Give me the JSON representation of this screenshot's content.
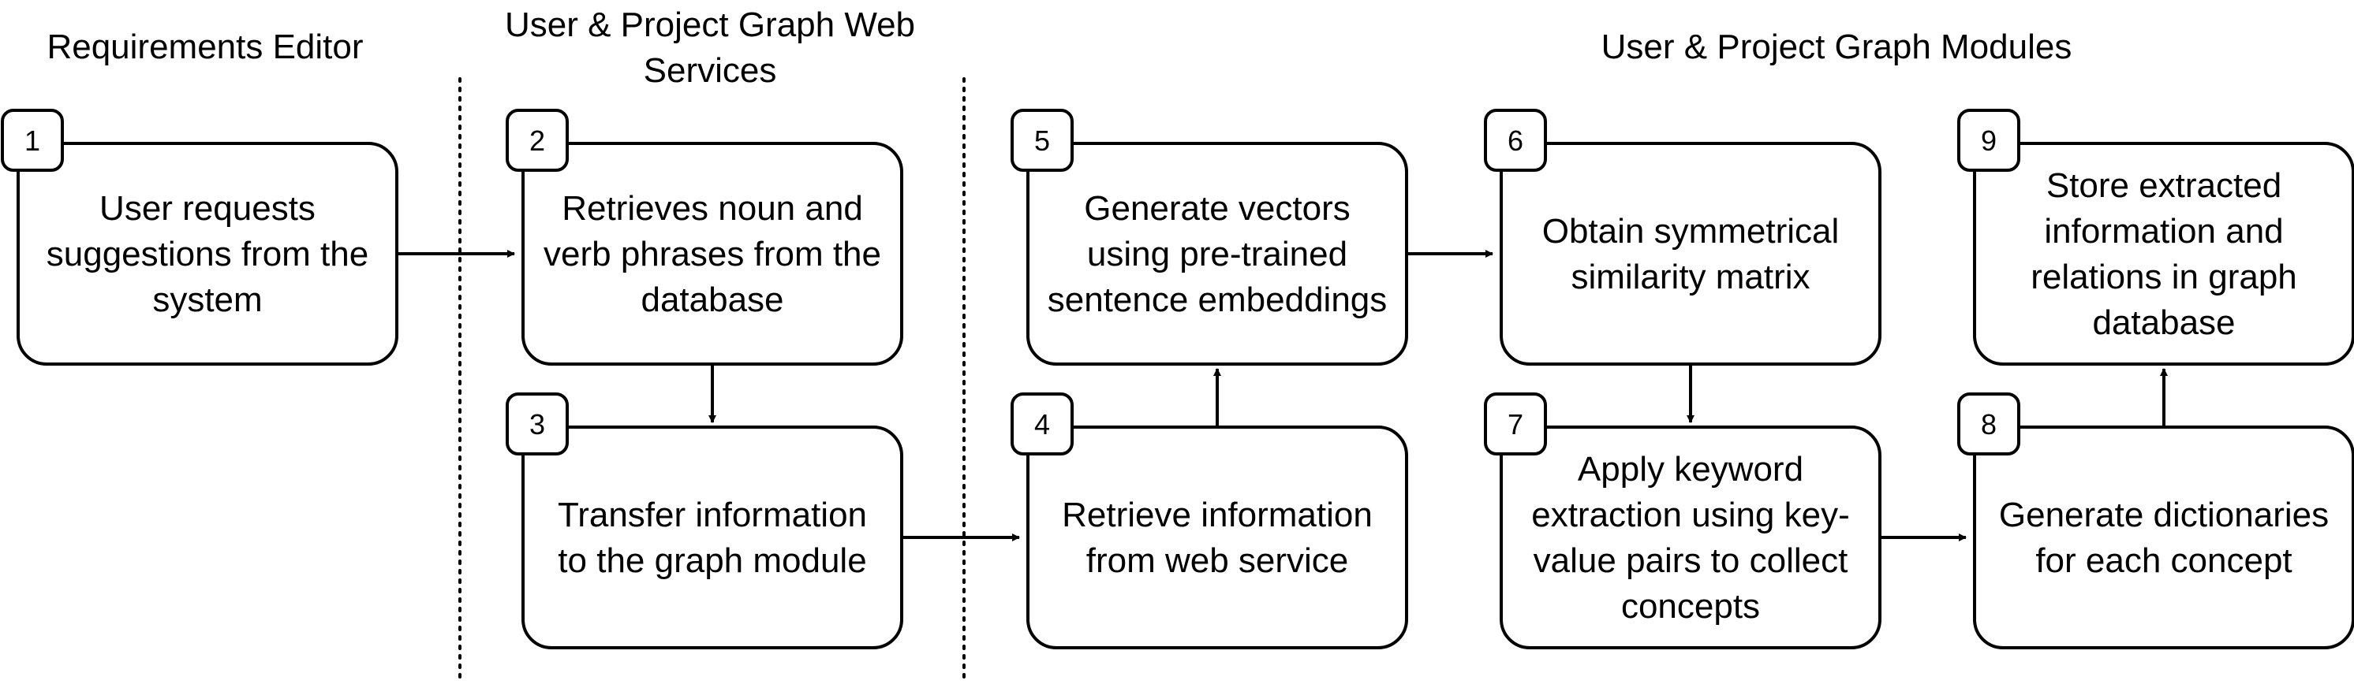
{
  "headers": {
    "requirements_editor": "Requirements Editor",
    "web_services_line1": "User & Project Graph Web",
    "web_services_line2": "Services",
    "modules": "User & Project Graph Modules"
  },
  "steps": [
    {
      "number": "1",
      "lines": [
        "User requests",
        "suggestions from the",
        "system"
      ]
    },
    {
      "number": "2",
      "lines": [
        "Retrieves noun and",
        "verb phrases from the",
        "database"
      ]
    },
    {
      "number": "3",
      "lines": [
        "Transfer information",
        "to the graph module"
      ]
    },
    {
      "number": "4",
      "lines": [
        "Retrieve information",
        "from web service"
      ]
    },
    {
      "number": "5",
      "lines": [
        "Generate vectors",
        "using pre-trained",
        "sentence embeddings"
      ]
    },
    {
      "number": "6",
      "lines": [
        "Obtain symmetrical",
        "similarity matrix"
      ]
    },
    {
      "number": "7",
      "lines": [
        "Apply keyword",
        "extraction using key-",
        "value pairs to collect",
        "concepts"
      ]
    },
    {
      "number": "8",
      "lines": [
        "Generate dictionaries",
        "for each concept"
      ]
    },
    {
      "number": "9",
      "lines": [
        "Store extracted",
        "information and",
        "relations in graph",
        "database"
      ]
    }
  ]
}
